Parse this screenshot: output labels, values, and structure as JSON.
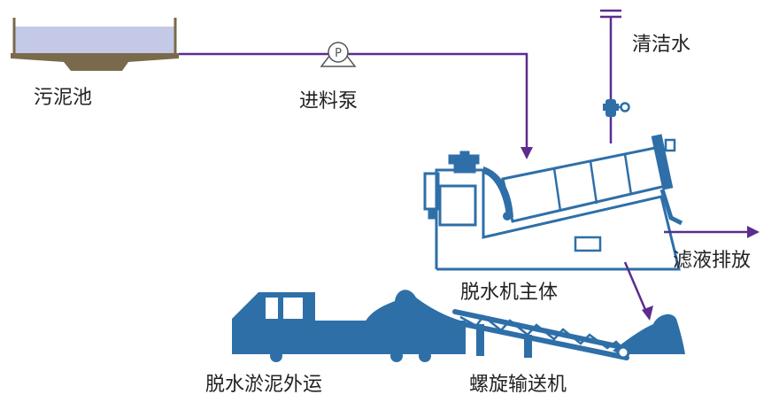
{
  "labels": {
    "sludge_tank": "污泥池",
    "feed_pump": "进料泵",
    "pump_mark": "P",
    "clean_water": "清洁水",
    "main_body": "脱水机主体",
    "filtrate": "滤液排放",
    "sludge_out": "脱水淤泥外运",
    "screw_conveyor": "螺旋输送机"
  },
  "colors": {
    "equipment": "#2e6fa8",
    "pipe": "#5b2d8e",
    "tank_body": "#7a6a4c",
    "tank_water": "#c3c9e6",
    "text": "#222222"
  }
}
